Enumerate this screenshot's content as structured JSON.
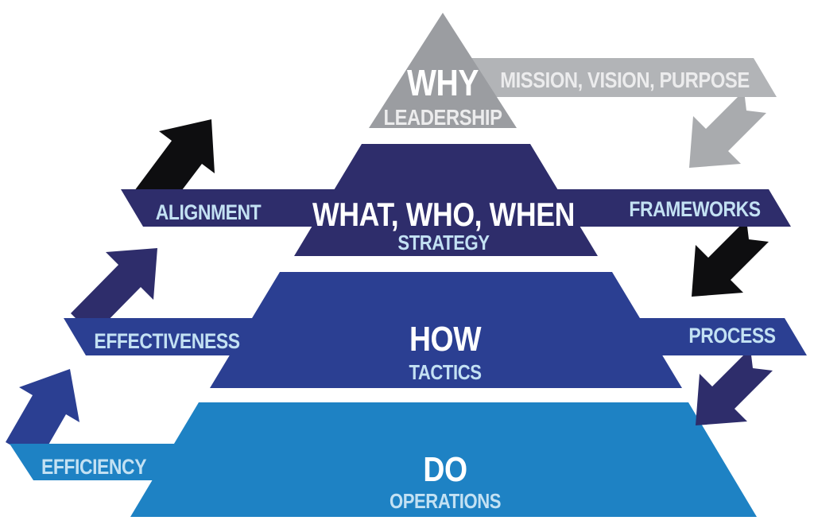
{
  "diagram": {
    "levels": [
      {
        "question": "WHY",
        "name": "LEADERSHIP",
        "right_label": "MISSION, VISION, PURPOSE"
      },
      {
        "question": "WHAT, WHO, WHEN",
        "name": "STRATEGY",
        "left_label": "ALIGNMENT",
        "right_label": "FRAMEWORKS"
      },
      {
        "question": "HOW",
        "name": "TACTICS",
        "left_label": "EFFECTIVENESS",
        "right_label": "PROCESS"
      },
      {
        "question": "DO",
        "name": "OPERATIONS",
        "left_label": "EFFICIENCY"
      }
    ]
  },
  "colors": {
    "triangle_gray": "#9b9da1",
    "band_gray": "#b2b4b7",
    "arrow_gray": "#a9abae",
    "navy": "#2e2d6b",
    "black": "#0e0e10",
    "mid_blue": "#2b3f92",
    "light_blue": "#1e82c4",
    "text_white": "#ffffff",
    "text_pale_blue": "#c3e1f3",
    "text_pale_gray": "#ececed"
  }
}
